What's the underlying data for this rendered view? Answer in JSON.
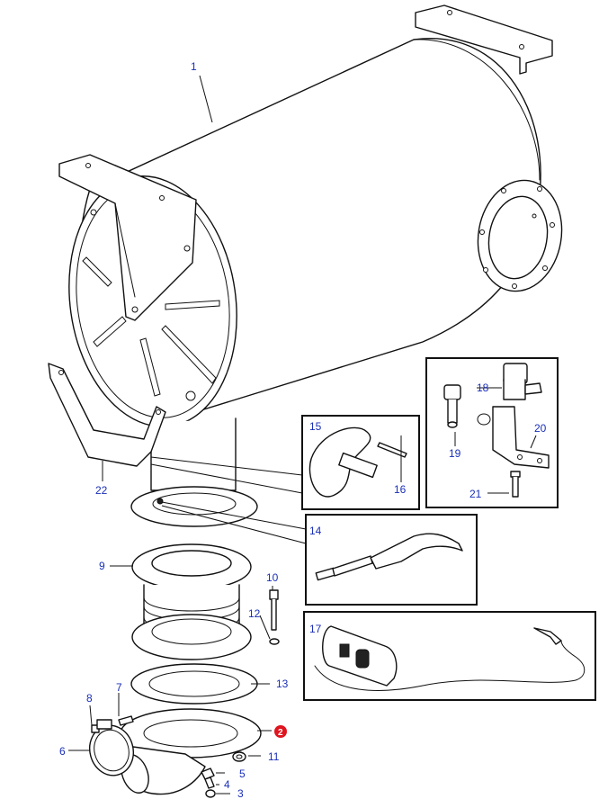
{
  "diagram": {
    "accent_color": "#1a2fb8",
    "highlight_color": "#e0141e",
    "callouts": [
      {
        "id": "1",
        "label": "1"
      },
      {
        "id": "2",
        "label": "2",
        "highlighted": true
      },
      {
        "id": "3",
        "label": "3"
      },
      {
        "id": "4",
        "label": "4"
      },
      {
        "id": "5",
        "label": "5"
      },
      {
        "id": "6",
        "label": "6"
      },
      {
        "id": "7",
        "label": "7"
      },
      {
        "id": "8",
        "label": "8"
      },
      {
        "id": "9",
        "label": "9"
      },
      {
        "id": "10",
        "label": "10"
      },
      {
        "id": "11",
        "label": "11"
      },
      {
        "id": "12",
        "label": "12"
      },
      {
        "id": "13",
        "label": "13"
      },
      {
        "id": "14",
        "label": "14"
      },
      {
        "id": "15",
        "label": "15"
      },
      {
        "id": "16",
        "label": "16"
      },
      {
        "id": "17",
        "label": "17"
      },
      {
        "id": "18",
        "label": "18"
      },
      {
        "id": "19",
        "label": "19"
      },
      {
        "id": "20",
        "label": "20"
      },
      {
        "id": "21",
        "label": "21"
      },
      {
        "id": "22",
        "label": "22"
      }
    ]
  }
}
